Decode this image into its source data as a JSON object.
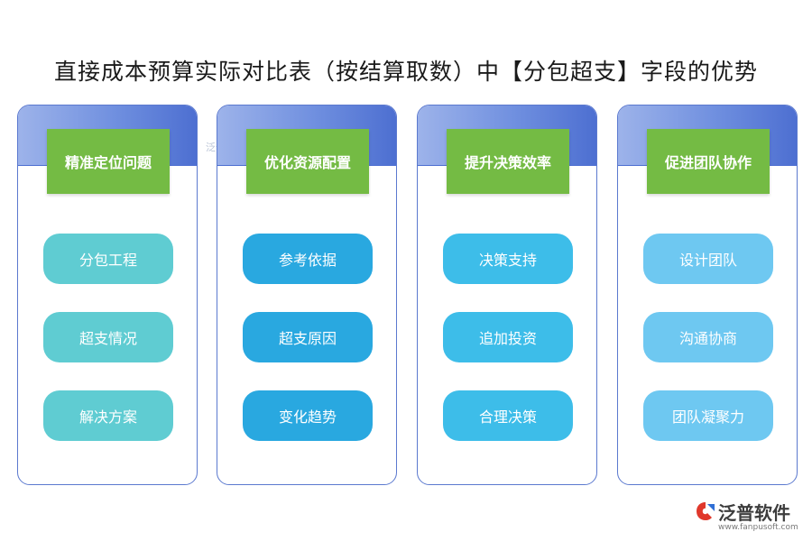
{
  "title": "直接成本预算实际对比表（按结算取数）中【分包超支】字段的优势",
  "columns": [
    {
      "head": "精准定位问题",
      "items": [
        "分包工程",
        "超支情况",
        "解决方案"
      ],
      "color": "#5fccd2"
    },
    {
      "head": "优化资源配置",
      "items": [
        "参考依据",
        "超支原因",
        "变化趋势"
      ],
      "color": "#29a8e0"
    },
    {
      "head": "提升决策效率",
      "items": [
        "决策支持",
        "追加投资",
        "合理决策"
      ],
      "color": "#3dbde9"
    },
    {
      "head": "促进团队协作",
      "items": [
        "设计团队",
        "沟通协商",
        "团队凝聚力"
      ],
      "color": "#6ec8f1"
    }
  ],
  "watermark": {
    "faint": "泛普软件",
    "name": "泛普软件",
    "url": "www.fanpusoft.com"
  },
  "colors": {
    "header_green": "#74bb44",
    "border_blue": "#5b79cf"
  }
}
